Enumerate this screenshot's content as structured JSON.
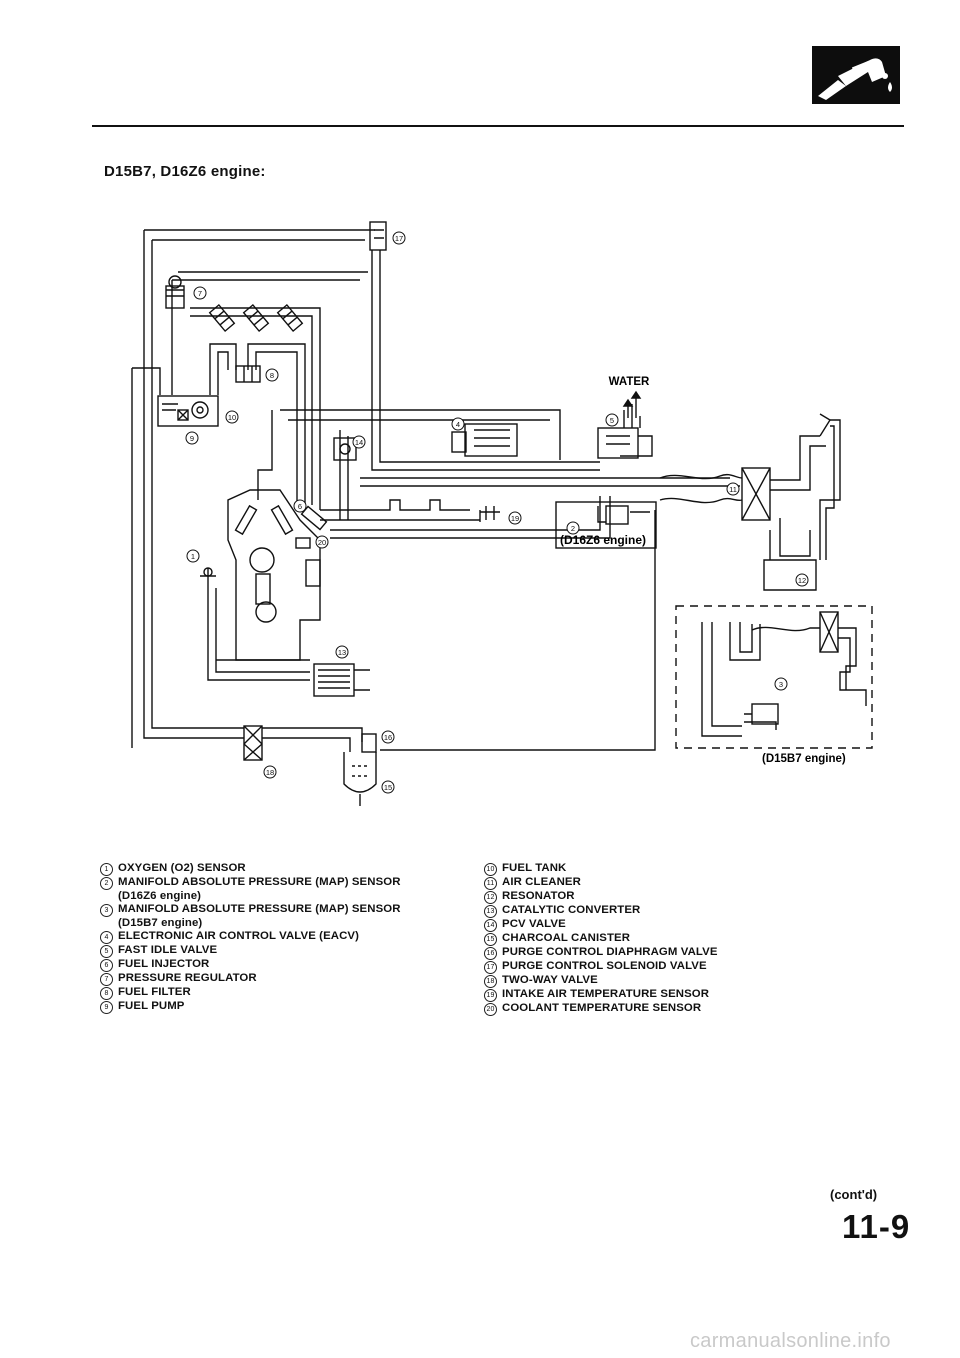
{
  "page": {
    "section_icon": "fuel-nozzle-icon",
    "engine_title": "D15B7, D16Z6 engine:",
    "contd": "(cont'd)",
    "page_number": "11-9",
    "watermark": "carmanualsonline.info"
  },
  "diagram": {
    "labels": {
      "water": "WATER",
      "d16z6_engine": "(D16Z6 engine)",
      "d15b7_engine": "(D15B7 engine)"
    },
    "callouts": {
      "n1": "1",
      "n2": "2",
      "n3": "3",
      "n4": "4",
      "n5": "5",
      "n6": "6",
      "n7": "7",
      "n8": "8",
      "n9": "9",
      "n10": "10",
      "n11": "11",
      "n12": "12",
      "n13": "13",
      "n14": "14",
      "n15": "15",
      "n16": "16",
      "n17": "17",
      "n18": "18",
      "n19": "19",
      "n20": "20"
    }
  },
  "legend": {
    "left": [
      {
        "num": "1",
        "text": "OXYGEN (O2) SENSOR"
      },
      {
        "num": "2",
        "text": "MANIFOLD ABSOLUTE PRESSURE (MAP) SENSOR\n(D16Z6 engine)"
      },
      {
        "num": "3",
        "text": "MANIFOLD ABSOLUTE PRESSURE (MAP) SENSOR\n(D15B7 engine)"
      },
      {
        "num": "4",
        "text": "ELECTRONIC AIR CONTROL VALVE (EACV)"
      },
      {
        "num": "5",
        "text": "FAST IDLE VALVE"
      },
      {
        "num": "6",
        "text": "FUEL INJECTOR"
      },
      {
        "num": "7",
        "text": "PRESSURE REGULATOR"
      },
      {
        "num": "8",
        "text": "FUEL FILTER"
      },
      {
        "num": "9",
        "text": "FUEL PUMP"
      }
    ],
    "right": [
      {
        "num": "10",
        "text": "FUEL TANK"
      },
      {
        "num": "11",
        "text": "AIR CLEANER"
      },
      {
        "num": "12",
        "text": "RESONATOR"
      },
      {
        "num": "13",
        "text": "CATALYTIC CONVERTER"
      },
      {
        "num": "14",
        "text": "PCV VALVE"
      },
      {
        "num": "15",
        "text": "CHARCOAL CANISTER"
      },
      {
        "num": "16",
        "text": "PURGE CONTROL DIAPHRAGM VALVE"
      },
      {
        "num": "17",
        "text": "PURGE CONTROL SOLENOID VALVE"
      },
      {
        "num": "18",
        "text": "TWO-WAY VALVE"
      },
      {
        "num": "19",
        "text": "INTAKE AIR TEMPERATURE SENSOR"
      },
      {
        "num": "20",
        "text": "COOLANT TEMPERATURE SENSOR"
      }
    ]
  }
}
